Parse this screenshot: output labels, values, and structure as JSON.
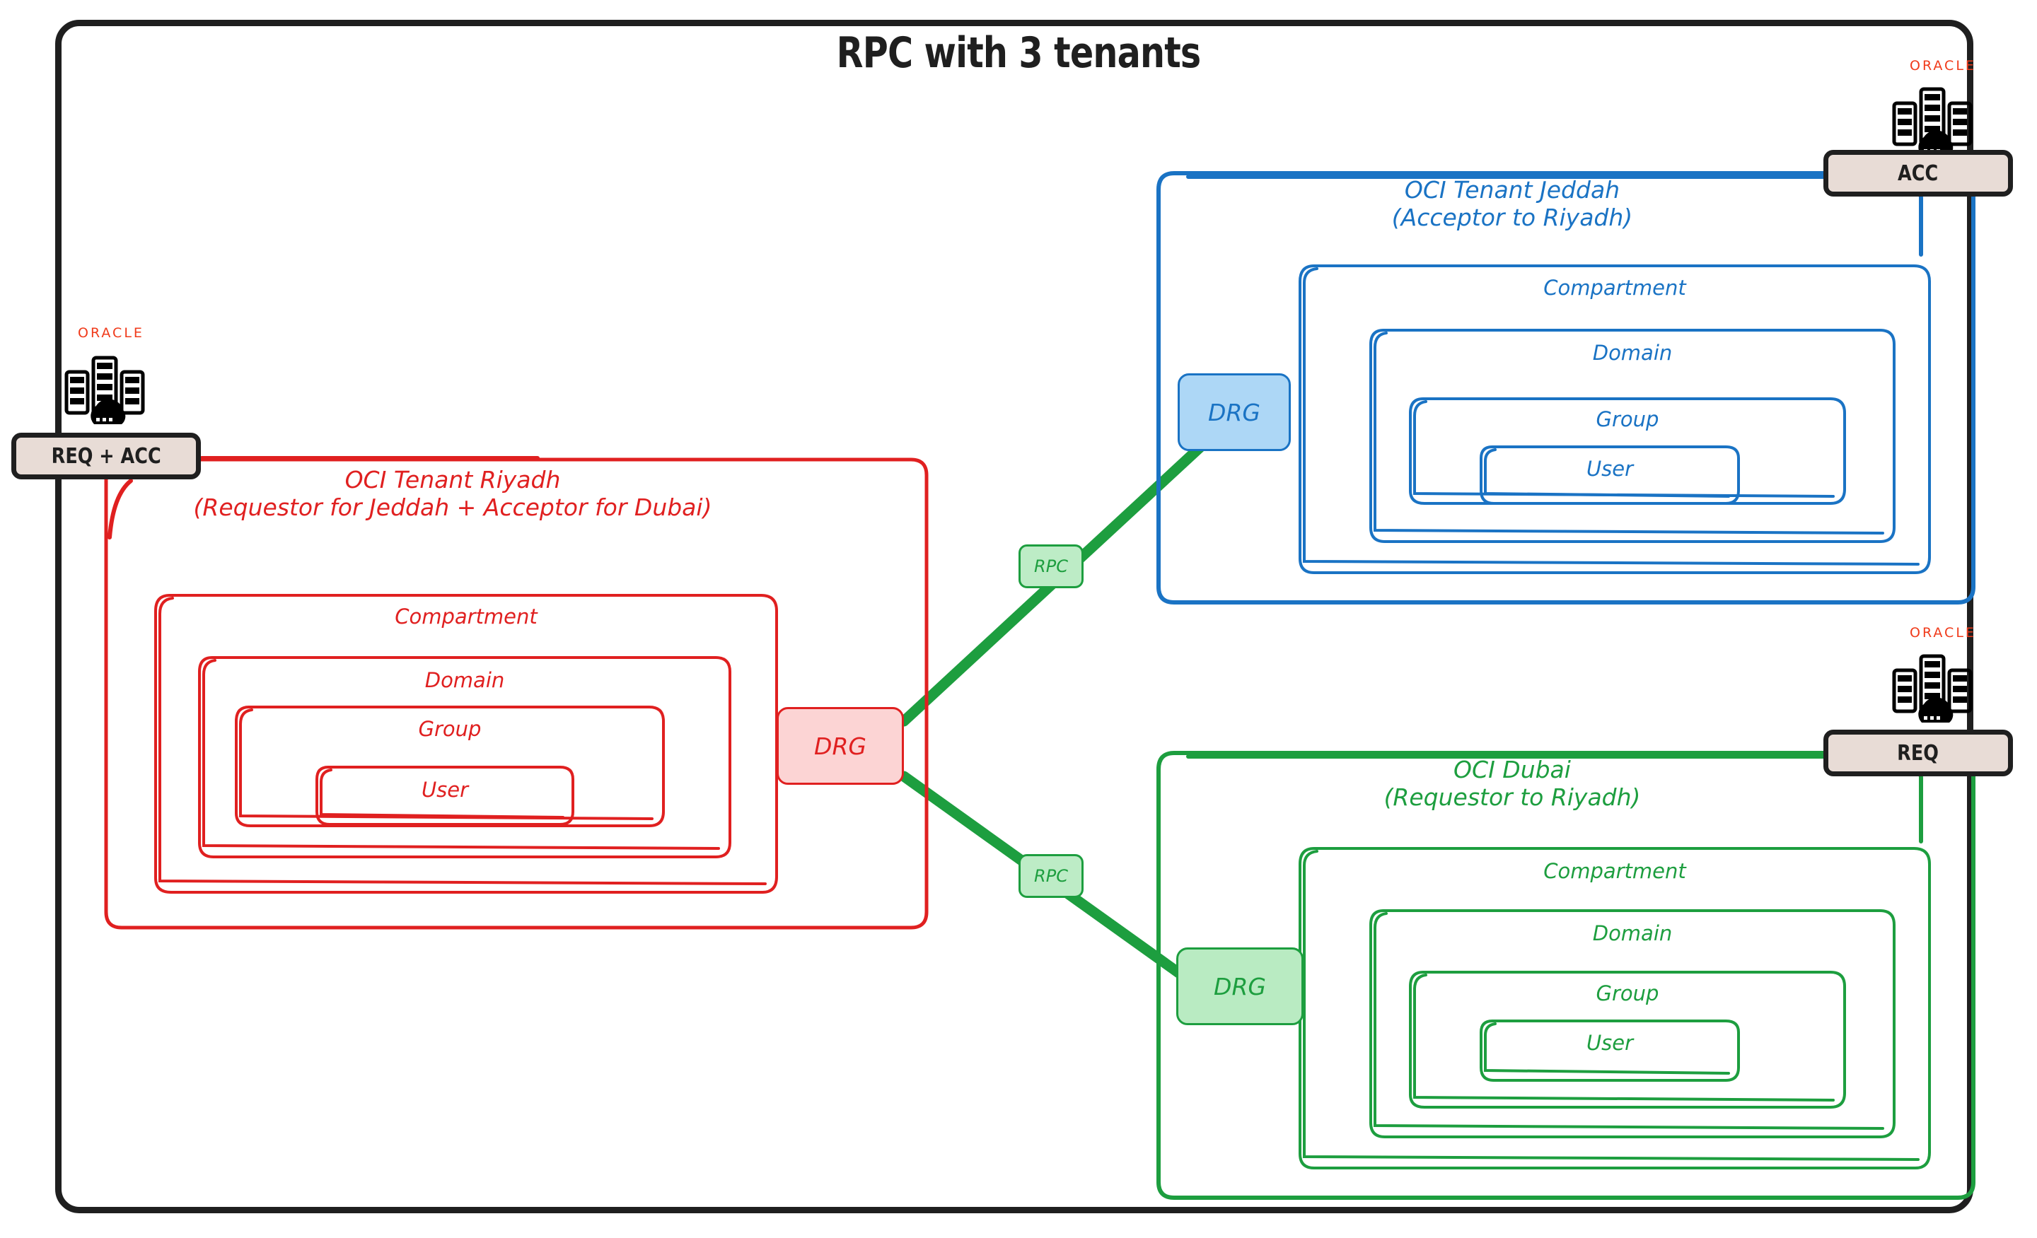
{
  "title": "RPC with 3 tenants",
  "colors": {
    "frame": "#1f1f1f",
    "red": "#e02020",
    "blue": "#1a73c4",
    "green": "#1d9e3f",
    "rpc_fill": "#bdecc6",
    "drg_red_fill": "#fcd4d4",
    "drg_blue_fill": "#add7f6",
    "drg_green_fill": "#b9ebc2",
    "badge_fill": "#e8dcd6",
    "oracle_wordmark": "#f03a1a"
  },
  "badges": [
    {
      "id": "req-acc",
      "label": "REQ + ACC",
      "oracle_word": "ORACLE",
      "icon": "oracle-cloud-datacenter-icon"
    },
    {
      "id": "acc",
      "label": "ACC",
      "oracle_word": "ORACLE",
      "icon": "oracle-cloud-datacenter-icon"
    },
    {
      "id": "req",
      "label": "REQ",
      "oracle_word": "ORACLE",
      "icon": "oracle-cloud-datacenter-icon"
    }
  ],
  "tenants": [
    {
      "id": "riyadh",
      "color": "#e02020",
      "title_line1": "OCI Tenant Riyadh",
      "title_line2": "(Requestor for Jeddah + Acceptor for Dubai)",
      "levels": [
        "Compartment",
        "Domain",
        "Group",
        "User"
      ],
      "gateway": "DRG"
    },
    {
      "id": "jeddah",
      "color": "#1a73c4",
      "title_line1": "OCI Tenant Jeddah",
      "title_line2": "(Acceptor to Riyadh)",
      "levels": [
        "Compartment",
        "Domain",
        "Group",
        "User"
      ],
      "gateway": "DRG"
    },
    {
      "id": "dubai",
      "color": "#1d9e3f",
      "title_line1": "OCI Dubai",
      "title_line2": "(Requestor to Riyadh)",
      "levels": [
        "Compartment",
        "Domain",
        "Group",
        "User"
      ],
      "gateway": "DRG"
    }
  ],
  "connections": [
    {
      "id": "rpc-riyadh-jeddah",
      "label": "RPC",
      "from": "riyadh-drg",
      "to": "jeddah-drg"
    },
    {
      "id": "rpc-riyadh-dubai",
      "label": "RPC",
      "from": "riyadh-drg",
      "to": "dubai-drg"
    }
  ]
}
